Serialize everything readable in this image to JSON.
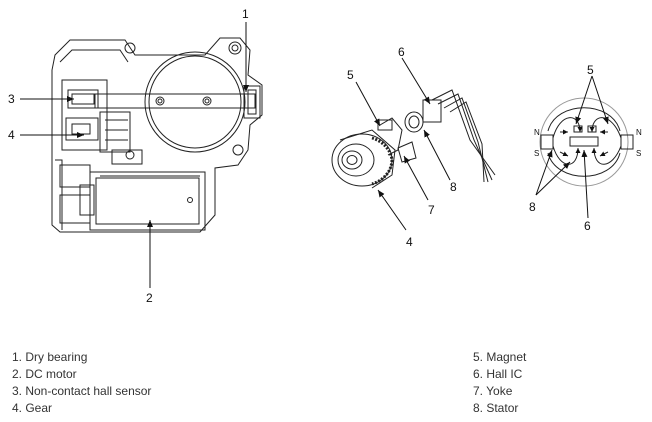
{
  "callouts": {
    "left": [
      "1",
      "2",
      "3",
      "4"
    ],
    "middle": [
      "4",
      "5",
      "6",
      "7",
      "8"
    ],
    "right": [
      "5",
      "6",
      "8"
    ]
  },
  "poles": {
    "north": "N",
    "south": "S"
  },
  "legend": {
    "left": [
      "1. Dry bearing",
      "2. DC motor",
      "3. Non-contact hall sensor",
      "4. Gear"
    ],
    "right": [
      "5. Magnet",
      "6. Hall IC",
      "7. Yoke",
      "8. Stator"
    ]
  }
}
